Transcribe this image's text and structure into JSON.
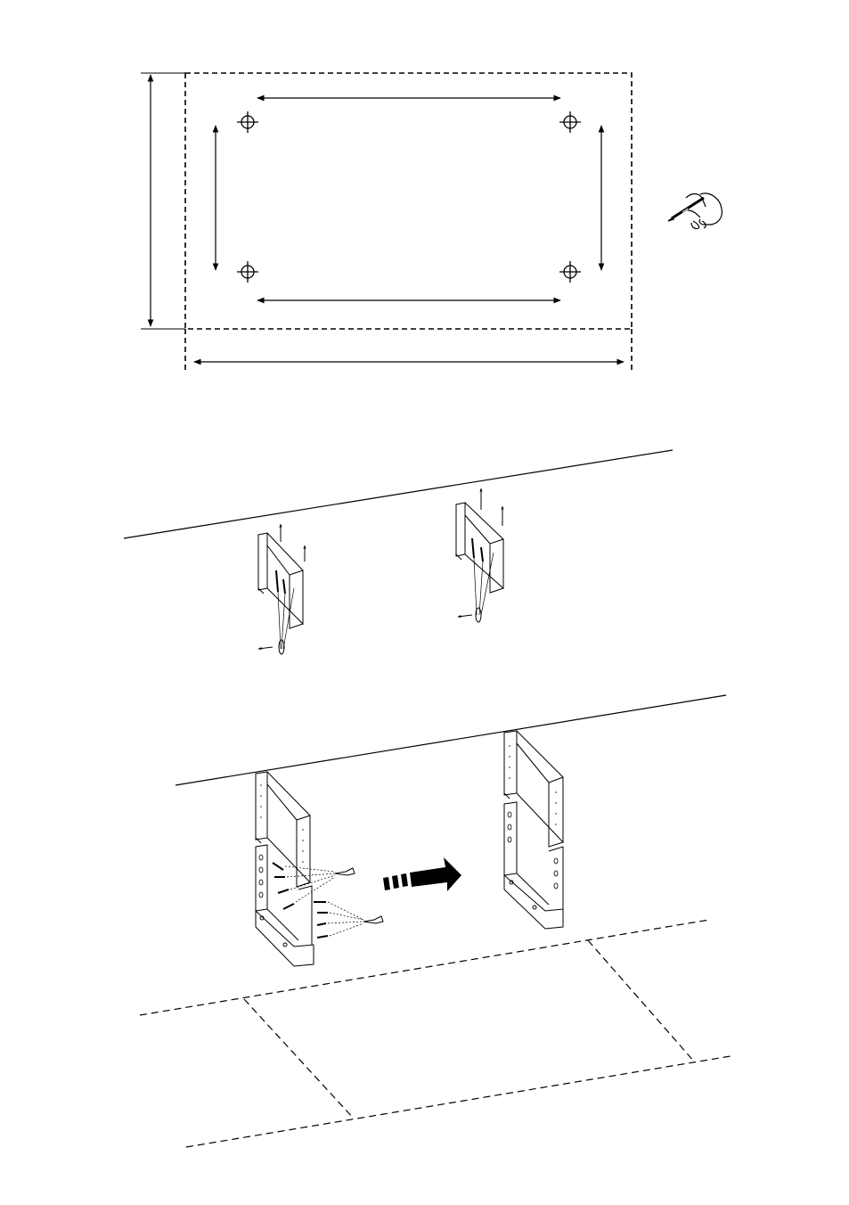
{
  "page": {
    "background": "#ffffff",
    "ink": "#000000"
  },
  "figures": [
    {
      "id": "template",
      "icons": [
        "pencil-hand-icon"
      ]
    },
    {
      "id": "wall-anchoring-brackets"
    },
    {
      "id": "bracket-assembly",
      "icons": [
        "direction-arrow-icon"
      ]
    },
    {
      "id": "floor-outline"
    }
  ]
}
